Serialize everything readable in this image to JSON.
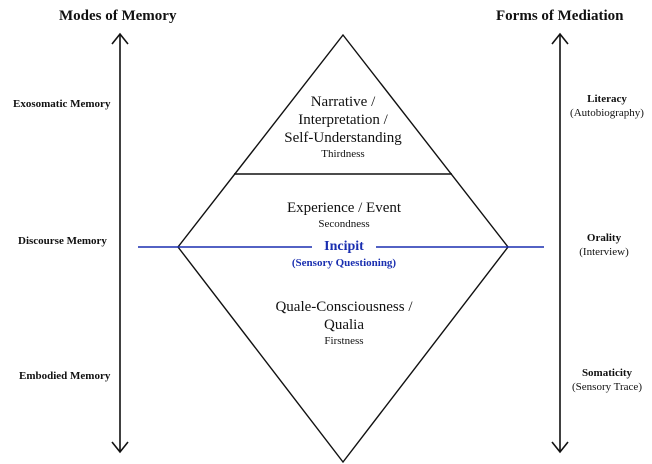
{
  "headers": {
    "left": "Modes of Memory",
    "right": "Forms of Mediation"
  },
  "left_axis": {
    "top": "Exosomatic Memory",
    "middle": "Discourse Memory",
    "bottom": "Embodied Memory"
  },
  "right_axis": {
    "top": {
      "main": "Literacy",
      "sub": "(Autobiography)"
    },
    "middle": {
      "main": "Orality",
      "sub": "(Interview)"
    },
    "bottom": {
      "main": "Somaticity",
      "sub": "(Sensory Trace)"
    }
  },
  "diamond": {
    "top": {
      "line1": "Narrative /",
      "line2": "Interpretation /",
      "line3": "Self-Understanding",
      "sub": "Thirdness"
    },
    "middle": {
      "title": "Experience / Event",
      "sub": "Secondness"
    },
    "incipit": {
      "title": "Incipit",
      "sub": "(Sensory Questioning)"
    },
    "bottom": {
      "line1": "Quale-Consciousness /",
      "line2": "Qualia",
      "sub": "Firstness"
    }
  },
  "colors": {
    "line": "#111111",
    "incipit": "#1a2fb0"
  }
}
